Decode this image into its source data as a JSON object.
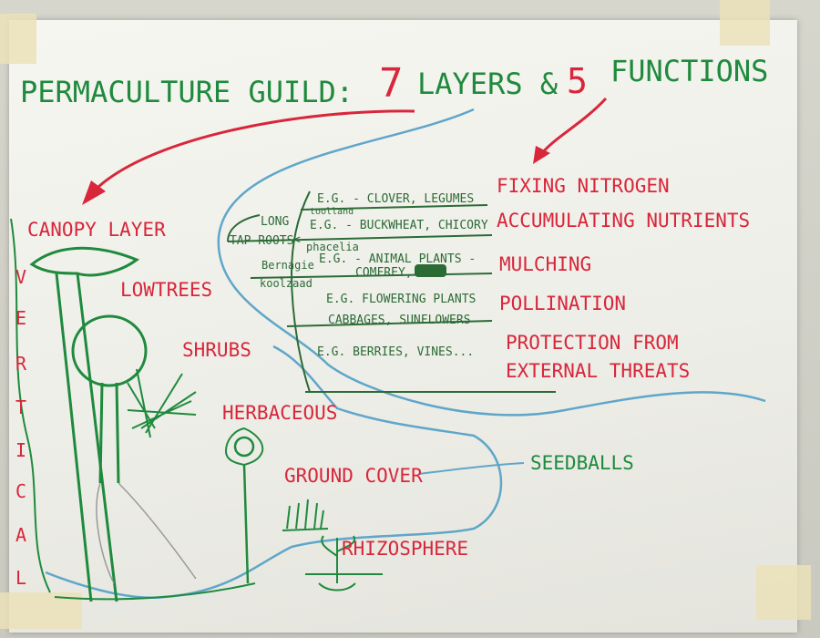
{
  "title": {
    "part1": "PERMACULTURE GUILD:",
    "number_layers": "7",
    "part2": "LAYERS &",
    "number_functions": "5",
    "part3": "FUNCTIONS"
  },
  "layers": [
    "CANOPY LAYER",
    "LOWTREES",
    "SHRUBS",
    "HERBACEOUS",
    "GROUND COVER",
    "RHIZOSPHERE"
  ],
  "vertical_letters": [
    "V",
    "E",
    "R",
    "T",
    "I",
    "C",
    "A",
    "L"
  ],
  "functions": [
    {
      "label": "FIXING NITROGEN",
      "example": "E.G. - CLOVER, LEGUMES"
    },
    {
      "label": "ACCUMULATING NUTRIENTS",
      "example": "E.G. - BUCKWHEAT, CHICORY"
    },
    {
      "label": "MULCHING",
      "example": "E.G. - ANIMAL PLANTS -"
    },
    {
      "label": "POLLINATION",
      "example": "E.G. FLOWERING PLANTS"
    },
    {
      "label": "PROTECTION FROM",
      "label2": "EXTERNAL THREATS",
      "example": "E.G. BERRIES, VINES..."
    }
  ],
  "notes": {
    "long": "LONG",
    "toolland": "toolland",
    "tap_roots": "TAP ROOTS",
    "arrow": "<-",
    "phacelia": "phacelia",
    "comfrey": "COMFREY,",
    "bernagie": "Bernagie",
    "koolzaad": "koolzaad",
    "pollination_example2": "CABBAGES, SUNFLOWERS",
    "seedballs": "SEEDBALLS"
  },
  "colors": {
    "red_marker": "#d8263a",
    "green_marker": "#1f8a3d",
    "blue_marker": "#5fa6c9",
    "tape": "#ebe1b9"
  }
}
